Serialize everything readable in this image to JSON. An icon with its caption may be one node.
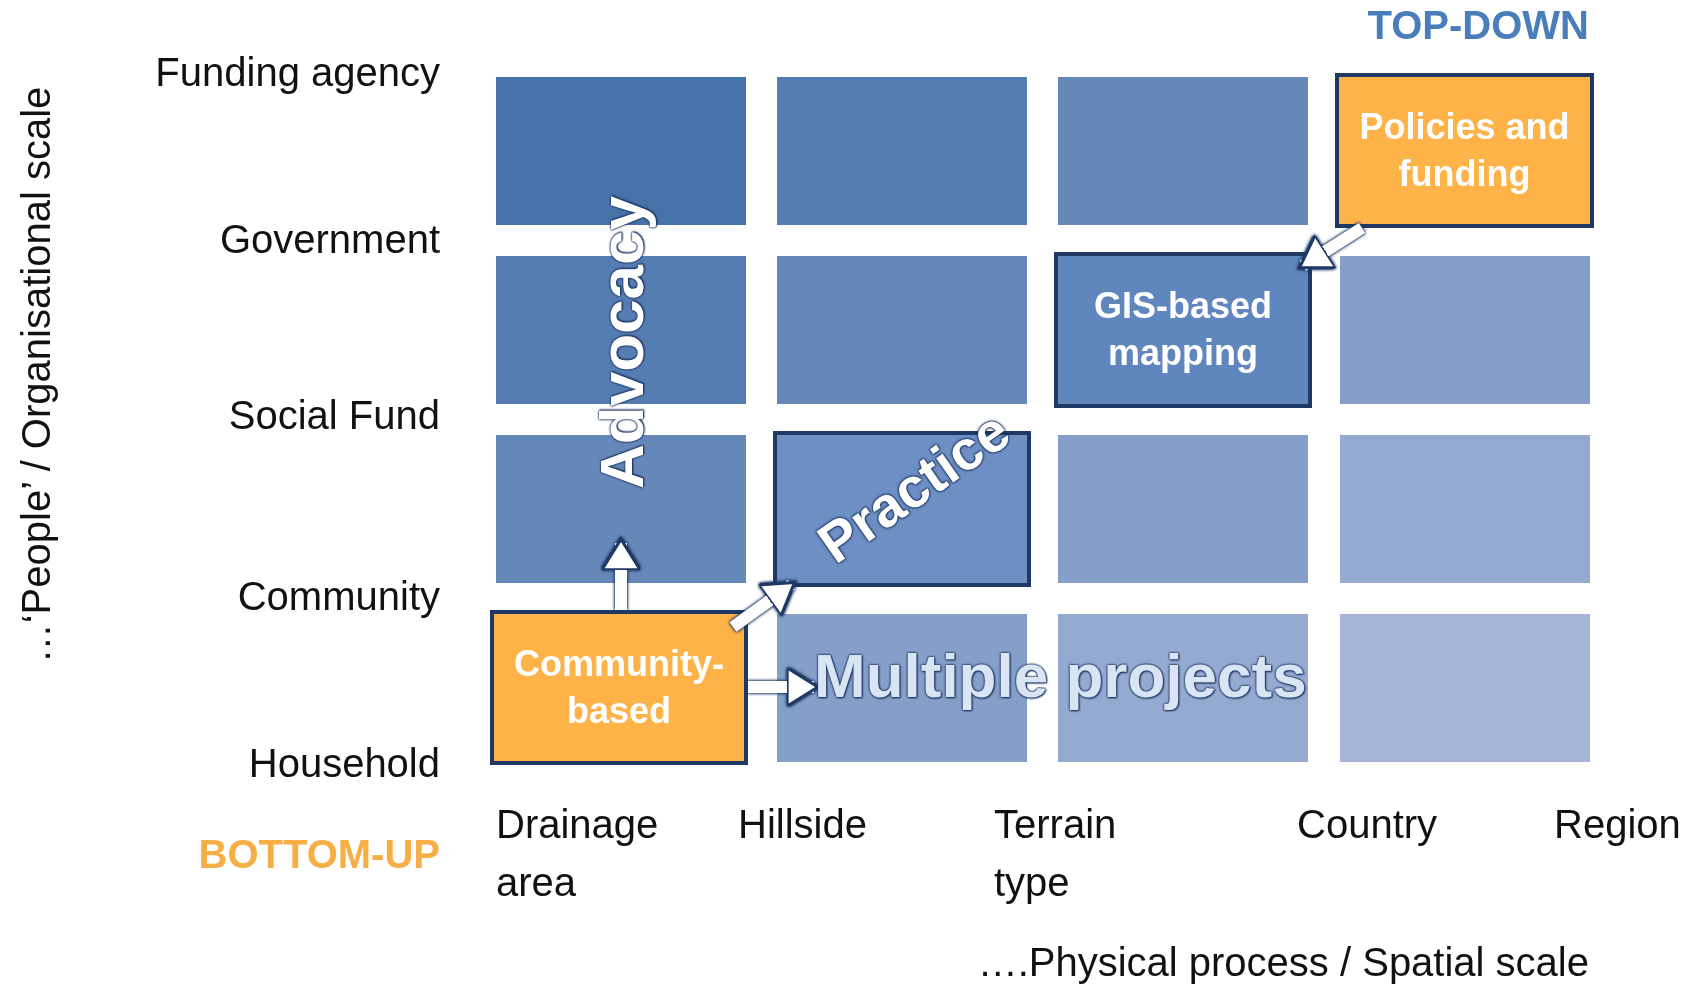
{
  "diagram": {
    "nodes": [
      {
        "text": [
          "Policies and funding"
        ]
      },
      {
        "text": [
          "GIS-based mapping"
        ]
      },
      {
        "text": [
          "Practice"
        ]
      },
      {
        "text": [
          "Community-based"
        ]
      },
      {
        "text": [
          "Advocacy"
        ]
      },
      {
        "text": [
          "Multiple projects"
        ]
      }
    ],
    "edges": [
      {
        "from": 0,
        "to": 1,
        "arrow": "to"
      },
      {
        "from": 3,
        "to": 4,
        "arrow": "to"
      },
      {
        "from": 3,
        "to": 2,
        "arrow": "to"
      },
      {
        "from": 3,
        "to": 5,
        "arrow": "to"
      }
    ],
    "labels": [
      "TOP-DOWN",
      "…‘People’ / Organisational scale",
      "Funding agency",
      "Government",
      "Social Fund",
      "Community",
      "Household",
      "BOTTOM-UP",
      "Drainage area",
      "Hillside",
      "Terrain type",
      "Country",
      "Region",
      "….Physical process / Spatial scale"
    ]
  }
}
